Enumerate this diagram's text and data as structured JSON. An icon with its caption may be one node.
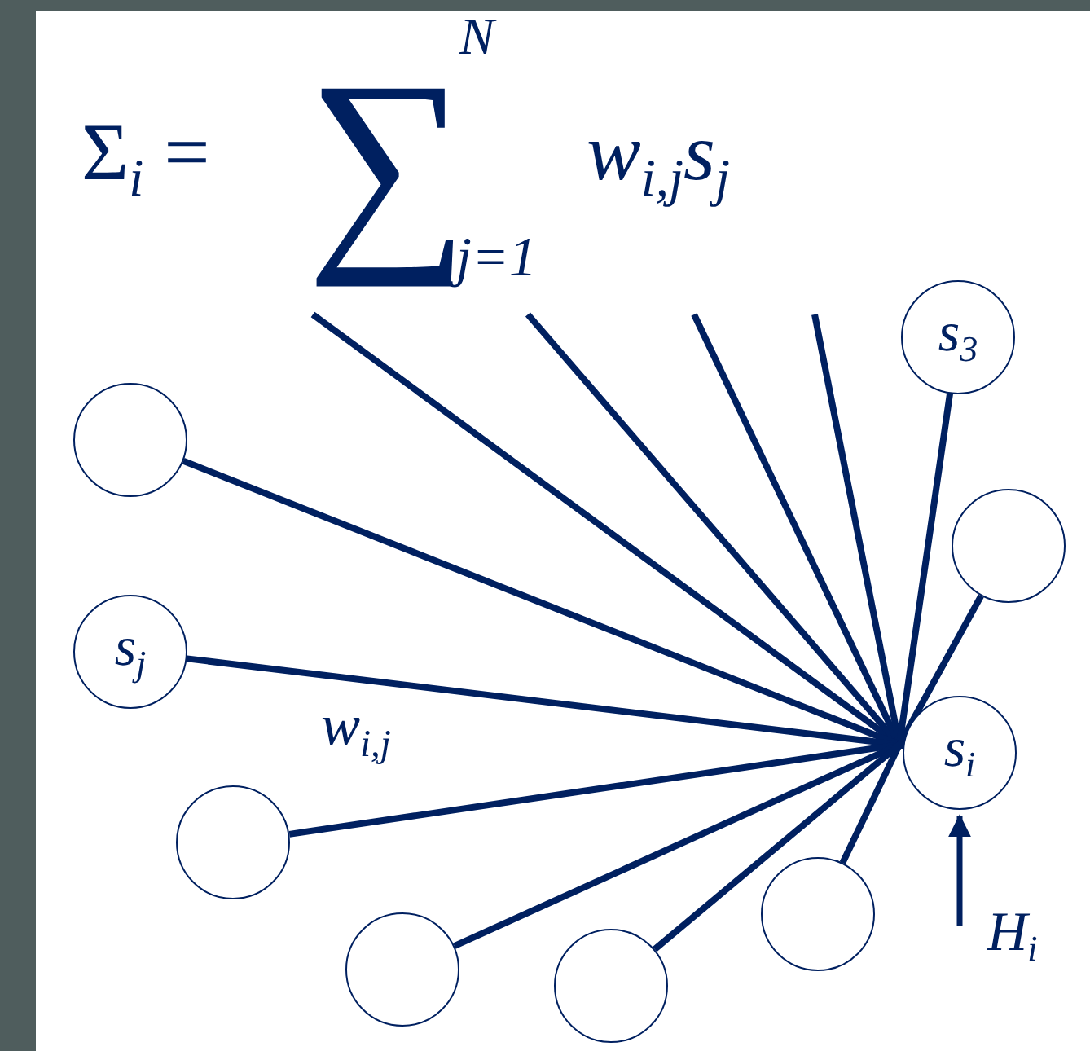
{
  "diagram": {
    "nodes": [
      {
        "text": [
          "s$_{3}$"
        ]
      },
      {
        "text": [],
        "shape": "circle"
      },
      {
        "text": [],
        "shape": "circle"
      },
      {
        "text": [
          "s$_{j}$"
        ]
      },
      {
        "text": [
          "s$_{i}$"
        ]
      },
      {
        "text": [],
        "shape": "circle"
      },
      {
        "text": [],
        "shape": "circle"
      },
      {
        "text": [],
        "shape": "circle"
      },
      {
        "text": [],
        "shape": "circle"
      },
      {
        "text": [
          "H$_{i}$"
        ]
      }
    ],
    "edges": [
      {
        "from": null,
        "to": 4,
        "arrow": "none"
      },
      {
        "from": null,
        "to": 4,
        "arrow": "none"
      },
      {
        "from": null,
        "to": 4,
        "arrow": "none"
      },
      {
        "from": null,
        "to": 4,
        "arrow": "none"
      },
      {
        "from": 0,
        "to": 4,
        "arrow": "none"
      },
      {
        "from": 1,
        "to": 4,
        "arrow": "none"
      },
      {
        "from": 2,
        "to": 4,
        "arrow": "none"
      },
      {
        "from": 3,
        "to": 4,
        "arrow": "none",
        "label": "w$_{i,j}$"
      },
      {
        "from": 5,
        "to": 4,
        "arrow": "none"
      },
      {
        "from": 6,
        "to": 4,
        "arrow": "none"
      },
      {
        "from": 7,
        "to": 4,
        "arrow": "none"
      },
      {
        "from": 8,
        "to": 4,
        "arrow": "none"
      },
      {
        "from": 9,
        "to": 4,
        "arrow": "to"
      }
    ],
    "labels": [
      "Σ$_{i}$ =",
      "∑",
      "N",
      "j=1",
      "w$_{i,j}$s$_{j}$"
    ]
  }
}
